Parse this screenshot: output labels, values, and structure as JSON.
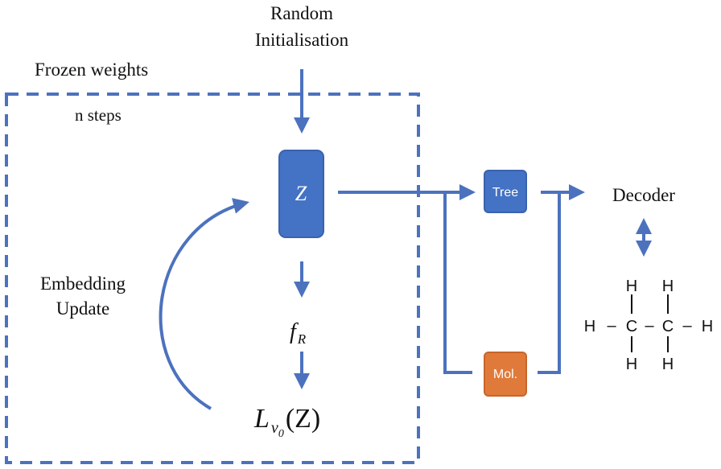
{
  "labels": {
    "random_init_line1": "Random",
    "random_init_line2": "Initialisation",
    "frozen_weights": "Frozen weights",
    "n_steps": "n steps",
    "embedding_update_line1": "Embedding",
    "embedding_update_line2": "Update",
    "decoder": "Decoder"
  },
  "nodes": {
    "z": "Z",
    "tree": "Tree",
    "mol": "Mol.",
    "f_main": "f",
    "f_sub": "R",
    "loss_main": "L",
    "loss_sub": "v",
    "loss_subsub": "0",
    "loss_arg": "(Z)"
  },
  "molecule": {
    "h": "H",
    "c": "C",
    "bond": "–"
  },
  "colors": {
    "accent_blue": "#4472C4",
    "line_blue": "#4C72BE",
    "box_blue": "#4472C4",
    "box_orange": "#E07A3A",
    "text": "#111111"
  }
}
